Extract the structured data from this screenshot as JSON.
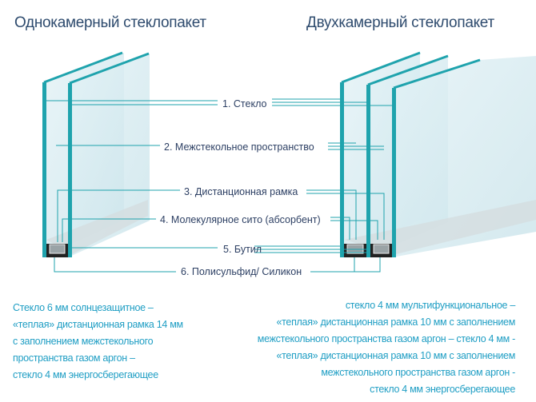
{
  "titles": {
    "single": "Однокамерный стеклопакет",
    "double": "Двухкамерный стеклопакет"
  },
  "labels": [
    "1. Стекло",
    "2. Межстекольное пространство",
    "3. Дистанционная рамка",
    "4. Молекулярное сито (абсорбент)",
    "5. Бутил",
    "6. Полисульфид/ Силикон"
  ],
  "descriptions": {
    "single": [
      "Стекло 6 мм солнцезащитное –",
      "«теплая» дистанционная рамка 14 мм",
      "с заполнением межстекольного",
      "пространства газом аргон –",
      "стекло 4 мм энергосберегающее"
    ],
    "double": [
      "стекло 4 мм мультифункциональное  –",
      "«теплая» дистанционная рамка 10 мм с заполнением",
      "межстекольного пространства газом аргон – стекло 4 мм -",
      "«теплая» дистанционная рамка 10 мм с заполнением",
      "межстекольного пространства газом аргон -",
      "стекло 4 мм энергосберегающее"
    ]
  },
  "colors": {
    "glass_edge": "#1fa3ad",
    "glass_fill": "#d9eef3",
    "label": "#2c3f63",
    "desc": "#1f9ec4",
    "title": "#2e4b6e"
  }
}
